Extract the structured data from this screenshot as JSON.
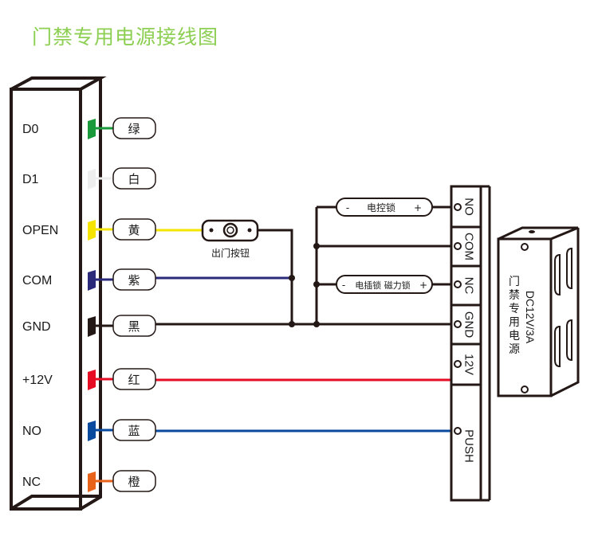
{
  "title": "门禁专用电源接线图",
  "controller": {
    "terminals": [
      {
        "pin": "D0",
        "color_name": "绿",
        "color": "#1a9a3a"
      },
      {
        "pin": "D1",
        "color_name": "白",
        "color": "#eeeeee"
      },
      {
        "pin": "OPEN",
        "color_name": "黄",
        "color": "#f5e400"
      },
      {
        "pin": "COM",
        "color_name": "紫",
        "color": "#2b2a7a"
      },
      {
        "pin": "GND",
        "color_name": "黑",
        "color": "#231815"
      },
      {
        "pin": "+12V",
        "color_name": "红",
        "color": "#e60c24"
      },
      {
        "pin": "NO",
        "color_name": "蓝",
        "color": "#0a4a9e"
      },
      {
        "pin": "NC",
        "color_name": "橙",
        "color": "#e8621a"
      }
    ]
  },
  "exit_button": {
    "label": "出门按钮"
  },
  "locks": {
    "electric_control_lock": {
      "minus": "-",
      "label": "电控锁",
      "plus": "+"
    },
    "bolt_magnetic_lock": {
      "minus": "-",
      "label": "电插锁 磁力锁",
      "plus": "+"
    }
  },
  "power_terminals": [
    "NO",
    "COM",
    "NC",
    "GND",
    "12V",
    "PUSH"
  ],
  "power_supply": {
    "rating": "DC12V/3A",
    "name": "门禁专用电源"
  }
}
